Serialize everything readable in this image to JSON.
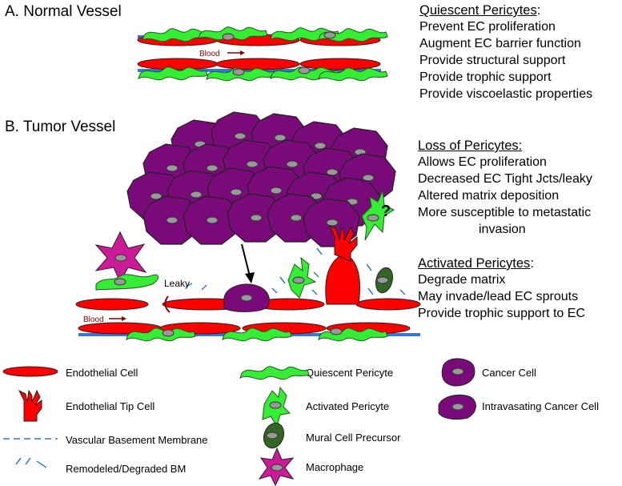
{
  "panel_a": {
    "heading": "A.  Normal Vessel",
    "blood_label": "Blood",
    "list_title": "Quiescent Pericytes",
    "list_title_suffix": ":",
    "items": [
      "Prevent EC proliferation",
      "Augment EC barrier function",
      "Provide structural support",
      "Provide trophic support",
      "Provide viscoelastic properties"
    ]
  },
  "panel_b": {
    "heading": "B.  Tumor Vessel",
    "blood_label": "Blood",
    "leaky_label": "Leaky",
    "question_mark": "?",
    "loss_title": "Loss of Pericytes:",
    "loss_items": [
      "Allows EC proliferation",
      "Decreased EC Tight Jcts/leaky",
      "Altered matrix deposition",
      "More susceptible to metastatic",
      "invasion"
    ],
    "activated_title": "Activated Pericytes",
    "activated_title_suffix": ":",
    "activated_items": [
      "Degrade matrix",
      "May invade/lead EC sprouts",
      "Provide trophic support to EC"
    ]
  },
  "legend": {
    "endothelial_cell": "Endothelial Cell",
    "endothelial_tip_cell": "Endothelial Tip Cell",
    "vascular_bm": "Vascular Basement Membrane",
    "remodeled_bm": "Remodeled/Degraded BM",
    "quiescent_pericyte": "Quiescent Pericyte",
    "activated_pericyte": "Activated Pericyte",
    "mural_precursor": "Mural Cell Precursor",
    "macrophage": "Macrophage",
    "cancer_cell": "Cancer Cell",
    "intravasating_cancer_cell": "Intravasating Cancer Cell"
  },
  "colors": {
    "endothelial": "#ff0000",
    "pericyte": "#33ee33",
    "membrane": "#3377dd",
    "cancer": "#7a0a7a",
    "macrophage": "#cc1a99",
    "mural": "#336622",
    "nucleus": "#999999",
    "blood_arrow": "#8b0000"
  }
}
